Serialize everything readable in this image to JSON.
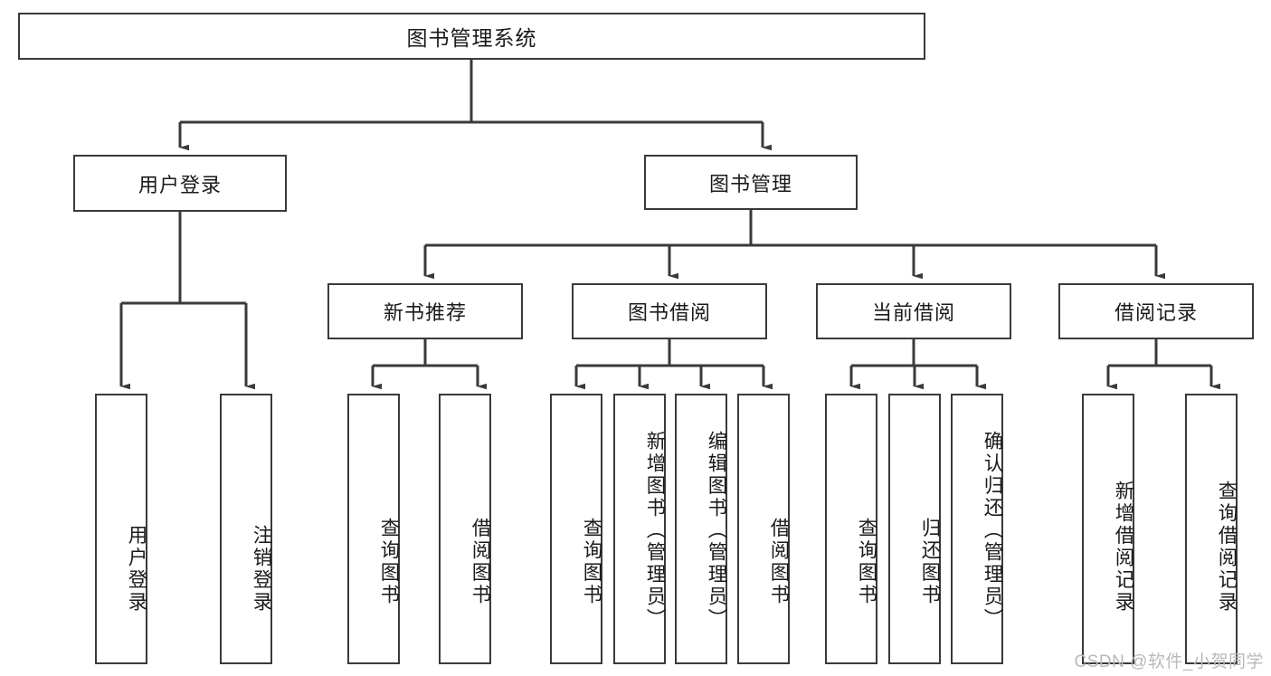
{
  "diagram": {
    "type": "tree-hierarchy",
    "title": "图书管理系统",
    "watermark": "CSDN @软件_小贺同学",
    "stroke_color": "#3a3a3a",
    "fill_color": "#ffffff",
    "text_color": "#1a1a1a",
    "watermark_color": "#b9b9b9"
  },
  "nodes": {
    "root": {
      "label": "图书管理系统",
      "level": 0
    },
    "level1": [
      {
        "id": "user-login",
        "label": "用户登录"
      },
      {
        "id": "book-manage",
        "label": "图书管理"
      }
    ],
    "level2": [
      {
        "id": "new-book-recommend",
        "label": "新书推荐",
        "parent": "book-manage"
      },
      {
        "id": "book-borrow",
        "label": "图书借阅",
        "parent": "book-manage"
      },
      {
        "id": "current-borrow",
        "label": "当前借阅",
        "parent": "book-manage"
      },
      {
        "id": "borrow-record",
        "label": "借阅记录",
        "parent": "book-manage"
      }
    ],
    "leaves": {
      "user-login": [
        {
          "id": "leaf-user-login",
          "label": "用户登录"
        },
        {
          "id": "leaf-logout",
          "label": "注销登录"
        }
      ],
      "new-book-recommend": [
        {
          "id": "leaf-query-book-1",
          "label": "查询图书"
        },
        {
          "id": "leaf-borrow-book-1",
          "label": "借阅图书"
        }
      ],
      "book-borrow": [
        {
          "id": "leaf-query-book-2",
          "label": "查询图书"
        },
        {
          "id": "leaf-add-book",
          "label": "新增图书（管理员）"
        },
        {
          "id": "leaf-edit-book",
          "label": "编辑图书（管理员）"
        },
        {
          "id": "leaf-borrow-book-2",
          "label": "借阅图书"
        }
      ],
      "current-borrow": [
        {
          "id": "leaf-query-book-3",
          "label": "查询图书"
        },
        {
          "id": "leaf-return-book",
          "label": "归还图书"
        },
        {
          "id": "leaf-confirm-return",
          "label": "确认归还（管理员）"
        }
      ],
      "borrow-record": [
        {
          "id": "leaf-add-record",
          "label": "新增借阅记录"
        },
        {
          "id": "leaf-query-record",
          "label": "查询借阅记录"
        }
      ]
    }
  },
  "edges": [
    {
      "from": "root",
      "to": "user-login"
    },
    {
      "from": "root",
      "to": "book-manage"
    },
    {
      "from": "user-login",
      "to": "leaf-user-login"
    },
    {
      "from": "user-login",
      "to": "leaf-logout"
    },
    {
      "from": "book-manage",
      "to": "new-book-recommend"
    },
    {
      "from": "book-manage",
      "to": "book-borrow"
    },
    {
      "from": "book-manage",
      "to": "current-borrow"
    },
    {
      "from": "book-manage",
      "to": "borrow-record"
    },
    {
      "from": "new-book-recommend",
      "to": "leaf-query-book-1"
    },
    {
      "from": "new-book-recommend",
      "to": "leaf-borrow-book-1"
    },
    {
      "from": "book-borrow",
      "to": "leaf-query-book-2"
    },
    {
      "from": "book-borrow",
      "to": "leaf-add-book"
    },
    {
      "from": "book-borrow",
      "to": "leaf-edit-book"
    },
    {
      "from": "book-borrow",
      "to": "leaf-borrow-book-2"
    },
    {
      "from": "current-borrow",
      "to": "leaf-query-book-3"
    },
    {
      "from": "current-borrow",
      "to": "leaf-return-book"
    },
    {
      "from": "current-borrow",
      "to": "leaf-confirm-return"
    },
    {
      "from": "borrow-record",
      "to": "leaf-add-record"
    },
    {
      "from": "borrow-record",
      "to": "leaf-query-record"
    }
  ]
}
